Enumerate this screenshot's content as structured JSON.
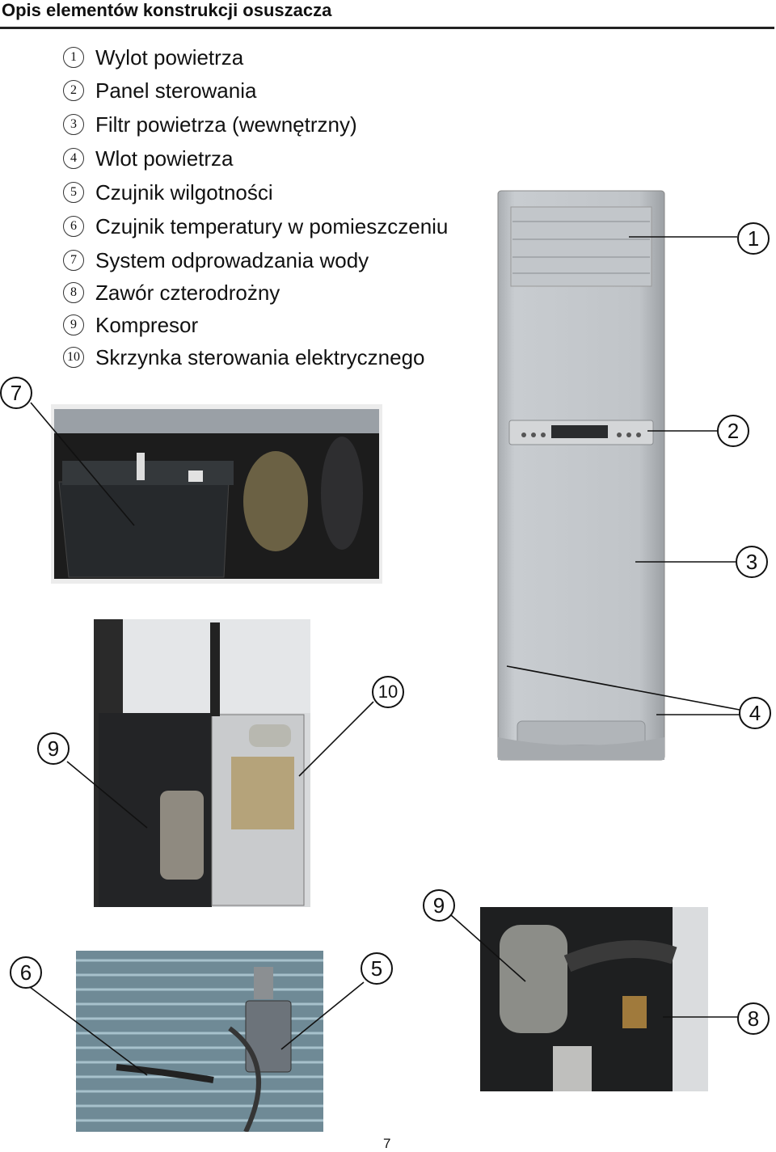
{
  "page": {
    "title": "Opis elementów konstrukcji osuszacza",
    "page_number": "7"
  },
  "legend": [
    {
      "num": "1",
      "label": "Wylot powietrza"
    },
    {
      "num": "2",
      "label": "Panel sterowania"
    },
    {
      "num": "3",
      "label": "Filtr powietrza (wewnętrzny)"
    },
    {
      "num": "4",
      "label": "Wlot powietrza"
    },
    {
      "num": "5",
      "label": "Czujnik wilgotności"
    },
    {
      "num": "6",
      "label": "Czujnik temperatury w pomieszczeniu"
    },
    {
      "num": "7",
      "label": "System odprowadzania wody"
    },
    {
      "num": "8",
      "label": "Zawór czterodrożny"
    },
    {
      "num": "9",
      "label": "Kompresor"
    },
    {
      "num": "10",
      "label": "Skrzynka sterowania elektrycznego"
    }
  ],
  "callouts": {
    "c1": "1",
    "c2": "2",
    "c3": "3",
    "c4": "4",
    "c5": "5",
    "c6": "6",
    "c7": "7",
    "c8": "8",
    "c9a": "9",
    "c9b": "9",
    "c10": "10"
  }
}
